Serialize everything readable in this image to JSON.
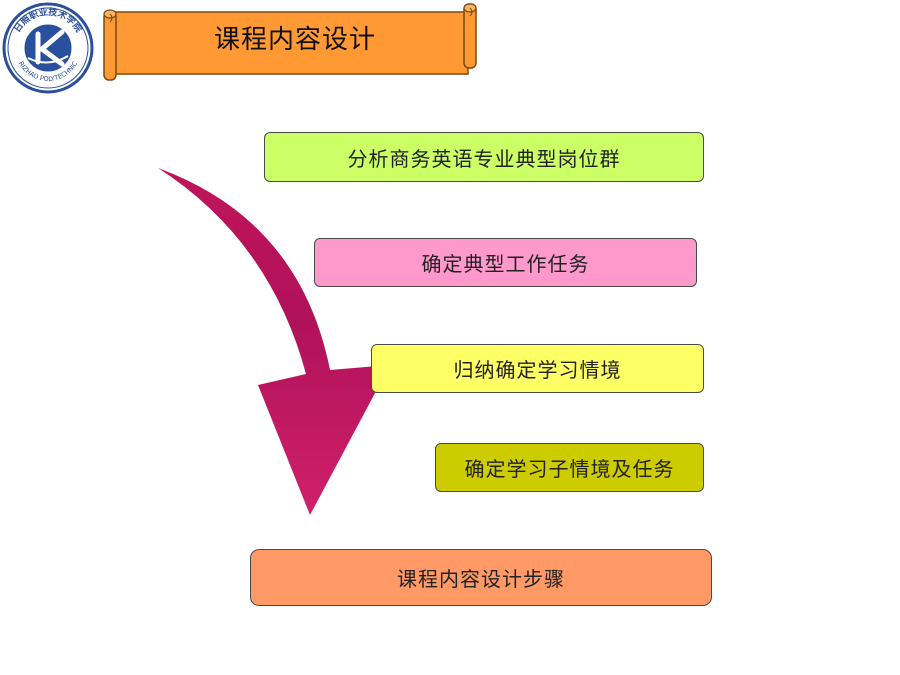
{
  "header": {
    "title": "课程内容设计",
    "logo": {
      "icon": "rizhao-polytechnic-logo-icon",
      "text_top": "日照职业技术学院",
      "text_bottom": "RIZHAO POLYTECHNIC"
    }
  },
  "diagram": {
    "steps": [
      {
        "label": "分析商务英语专业典型岗位群",
        "color": "#ccff66"
      },
      {
        "label": "确定典型工作任务",
        "color": "#ff99cc"
      },
      {
        "label": "归纳确定学习情境",
        "color": "#ffff66"
      },
      {
        "label": "确定学习子情境及任务",
        "color": "#cccc00"
      }
    ],
    "result": {
      "label": "课程内容设计步骤",
      "color": "#ff9966"
    },
    "arrow": {
      "icon": "curved-arrow-down-icon",
      "color": "#c0145a"
    }
  },
  "colors": {
    "scroll_fill": "#ff9933",
    "scroll_border": "#7a4a10",
    "logo_blue": "#2a4f9c"
  }
}
